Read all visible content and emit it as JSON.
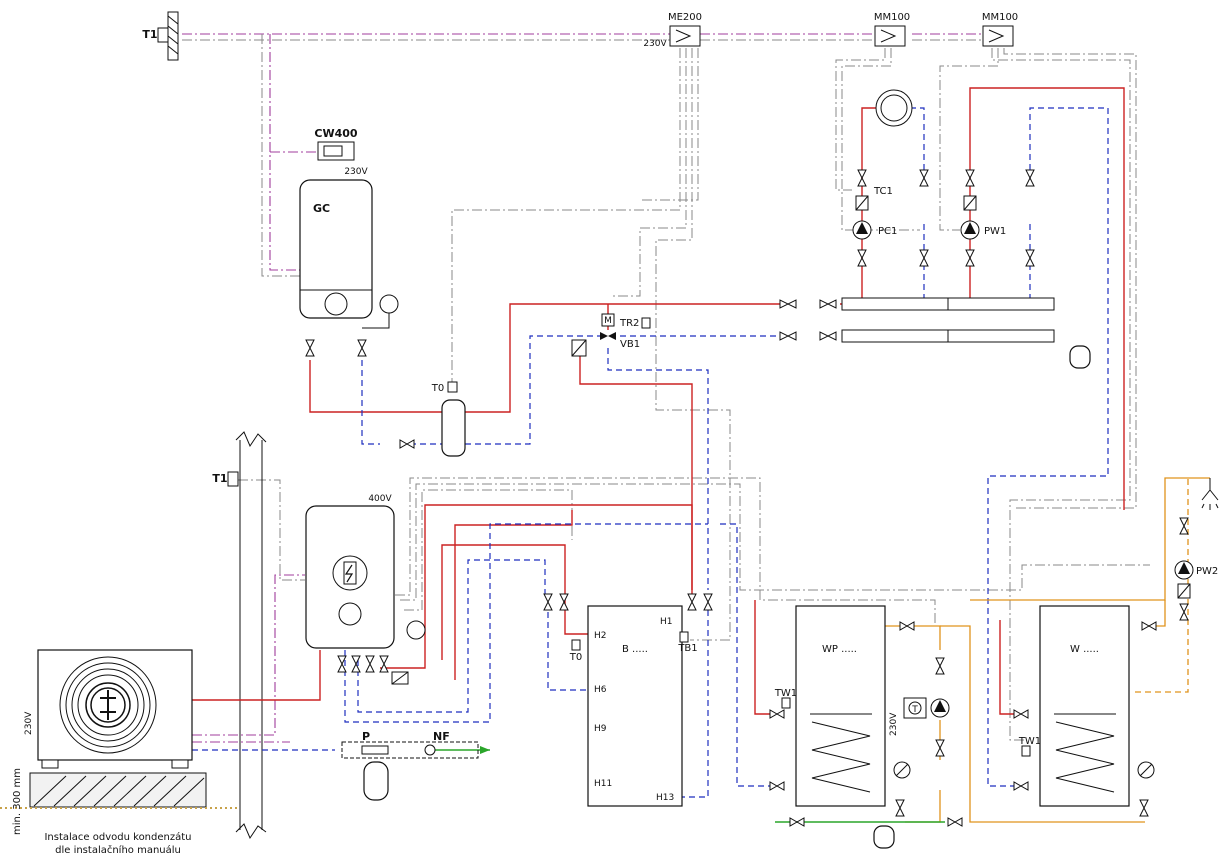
{
  "labels": {
    "t1_top": "T1",
    "t1_mid": "T1",
    "me200": "ME200",
    "me200_volt": "230V",
    "mm100_a": "MM100",
    "mm100_b": "MM100",
    "cw400": "CW400",
    "gc_volt": "230V",
    "gc": "GC",
    "tc1": "TC1",
    "pc1": "PC1",
    "pw1": "PW1",
    "tr2": "TR2",
    "vb1": "VB1",
    "motor": "M",
    "t0_upper": "T0",
    "t0_lower": "T0",
    "indoor_volt": "400V",
    "b_tank": "B .....",
    "h1": "H1",
    "h2": "H2",
    "h6": "H6",
    "h9": "H9",
    "h11": "H11",
    "h13": "H13",
    "tb1": "TB1",
    "wp_tank": "WP .....",
    "tw1_a": "TW1",
    "tw1_b": "TW1",
    "wp_volt": "230V",
    "thermostat": "T",
    "w_tank": "W .....",
    "pw2": "PW2",
    "p": "P",
    "nf": "NF",
    "outdoor_volt": "230V",
    "min_height": "min. 300 mm",
    "note_line1": "Instalace odvodu kondenzátu",
    "note_line2": "dle instalačního manuálu"
  }
}
